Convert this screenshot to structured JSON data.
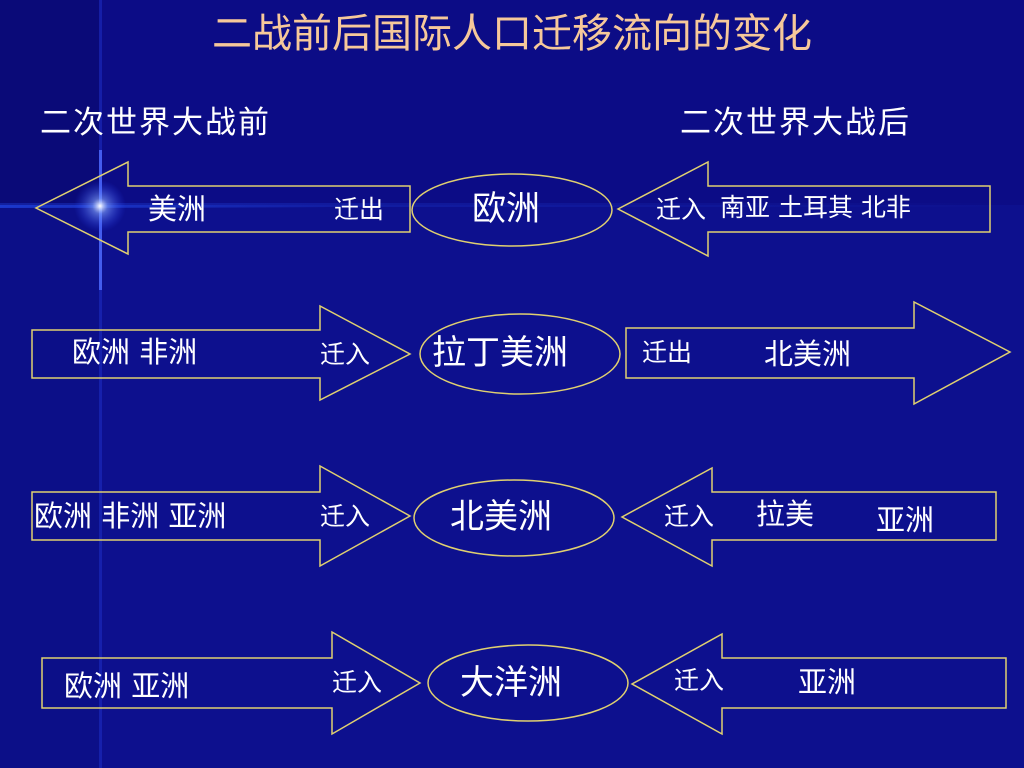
{
  "title": "二战前后国际人口迁移流向的变化",
  "before_heading": "二次世界大战前",
  "after_heading": "二次世界大战后",
  "rows": [
    {
      "region": "欧洲",
      "before_places": "美洲",
      "before_action": "迁出",
      "after_action": "迁入",
      "after_places": "南亚  土耳其  北非"
    },
    {
      "region": "拉丁美洲",
      "before_places": "欧洲    非洲",
      "before_action": "迁入",
      "after_action": "迁出",
      "after_places": "北美洲"
    },
    {
      "region": "北美洲",
      "before_places": "欧洲  非洲  亚洲",
      "before_action": "迁入",
      "after_action": "迁入",
      "after_places_1": "拉美",
      "after_places_2": "亚洲"
    },
    {
      "region": "大洋洲",
      "before_places": "欧洲     亚洲",
      "before_action": "迁入",
      "after_action": "迁入",
      "after_places": "亚洲"
    }
  ],
  "colors": {
    "background": "#0a0a78",
    "title": "#f6c89a",
    "outline": "#e0d070",
    "text": "#ffffff"
  }
}
